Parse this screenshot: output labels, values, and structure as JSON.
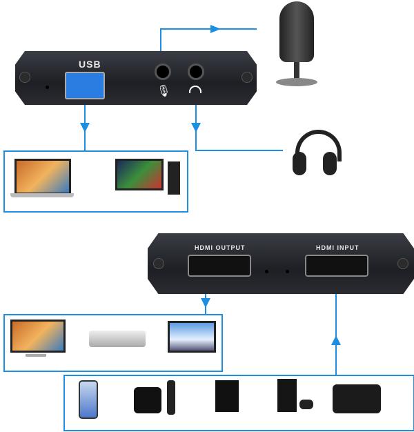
{
  "usb_device": {
    "usb_label": "USB"
  },
  "hdmi_device": {
    "output_label": "HDMI OUTPUT",
    "input_label": "HDMI INPUT"
  },
  "colors": {
    "connector_line": "#1e8fe0",
    "device_body": "#24262b",
    "usb_port": "#2a7de1"
  },
  "icons": [
    "microphone-icon",
    "headphone-icon",
    "laptop",
    "desktop-pc",
    "microphone",
    "headset",
    "monitor",
    "projector",
    "tv",
    "smartphone",
    "apple-tv",
    "xbox",
    "playstation",
    "camcorder"
  ]
}
